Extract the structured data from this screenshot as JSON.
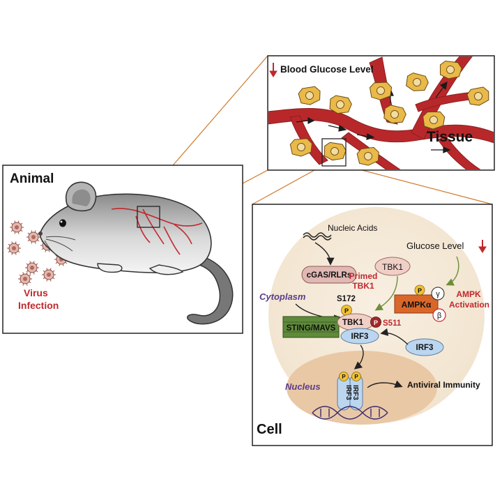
{
  "panels": {
    "animal": {
      "title": "Animal"
    },
    "tissue": {
      "title": "Tissue",
      "indicator": "Blood Glucose Level"
    },
    "cell": {
      "title": "Cell"
    }
  },
  "virus": {
    "line1": "Virus",
    "line2": "Infection"
  },
  "cell_labels": {
    "nucleic_acids": "Nucleic Acids",
    "cgas": "cGAS/RLRs",
    "cytoplasm": "Cytoplasm",
    "nucleus": "Nucleus",
    "glucose_level": "Glucose Level",
    "tbk1_top": "TBK1",
    "primed_line1": "Primed",
    "primed_line2": "TBK1",
    "s172": "S172",
    "p": "P",
    "sting": "STING/MAVS",
    "tbk1_complex": "TBK1",
    "s511": "S511",
    "irf3_complex": "IRF3",
    "irf3_free": "IRF3",
    "ampk": "AMPKα",
    "gamma": "γ",
    "beta": "β",
    "ampk_act_line1": "AMPK",
    "ampk_act_line2": "Activation",
    "irf3_dimer": "IRF3",
    "antiviral": "Antiviral Immunity"
  },
  "colors": {
    "red": "#c0282d",
    "vessel": "#b8282a",
    "cell_fill": "#e9b949",
    "cell_bg": "#f4e8d6",
    "nucleus": "#e9c8a6",
    "orange_line": "#d07a2c",
    "green": "#5f8a3a",
    "ampk": "#d9672a",
    "irf3": "#bcd6ef",
    "p_yellow": "#f1c232"
  }
}
